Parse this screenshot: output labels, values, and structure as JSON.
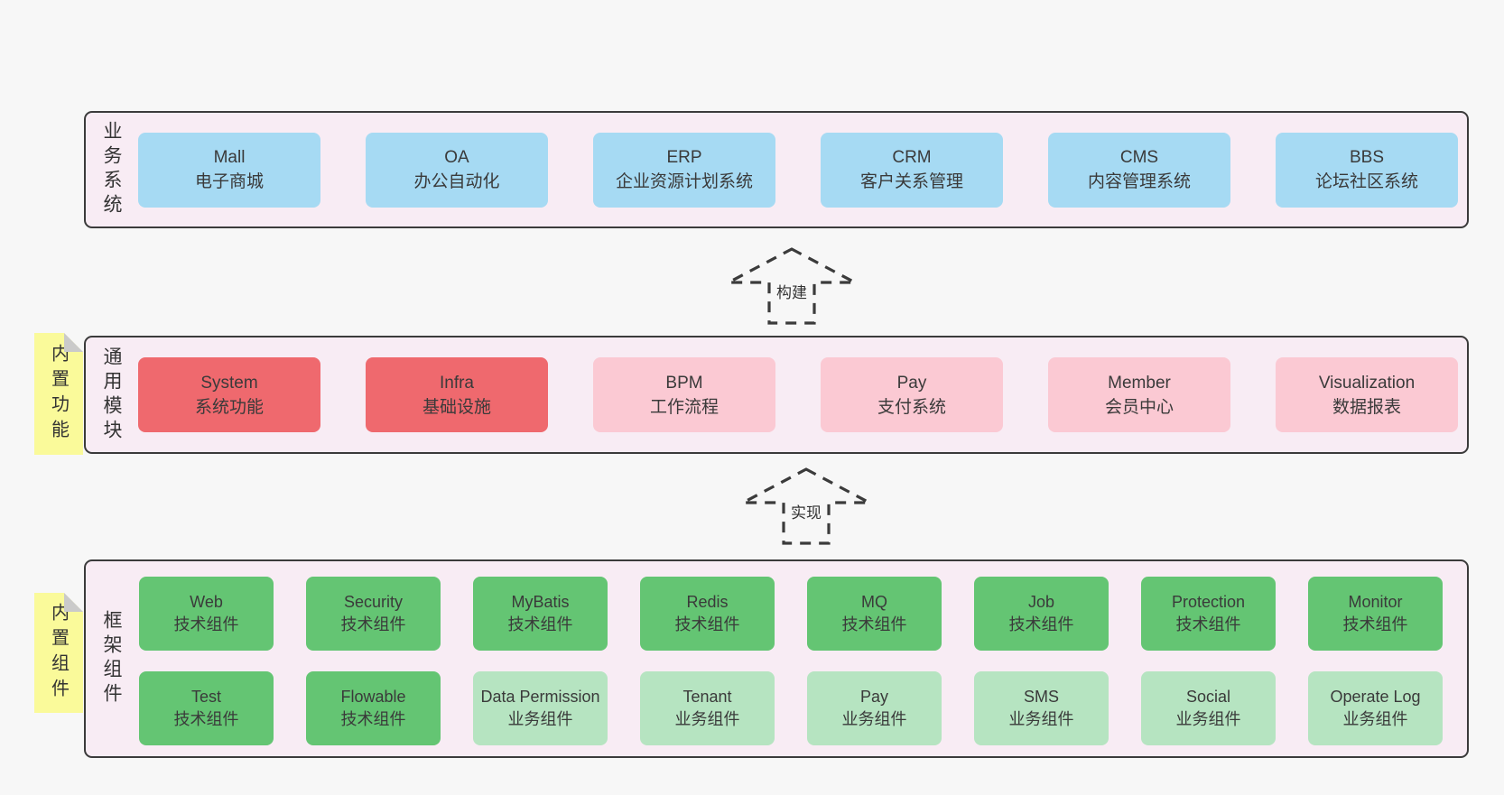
{
  "colors": {
    "bg": "#f7f7f7",
    "panel": "#f8ecf4",
    "line": "#3b3b3b",
    "ink": "#3a3a3a",
    "blue": "#a6daf3",
    "red": "#ef696e",
    "pink": "#fbc9d3",
    "green": "#64c573",
    "lightgreen": "#b6e4c1",
    "note": "#fafa9a",
    "fold": "#cacaca"
  },
  "arrows": {
    "build_label": "构建",
    "implement_label": "实现"
  },
  "notes": {
    "features": "内置功能",
    "components": "内置组件"
  },
  "sections": {
    "business": {
      "label": "业务系统",
      "items": [
        {
          "title": "Mall",
          "subtitle": "电子商城"
        },
        {
          "title": "OA",
          "subtitle": "办公自动化"
        },
        {
          "title": "ERP",
          "subtitle": "企业资源计划系统"
        },
        {
          "title": "CRM",
          "subtitle": "客户关系管理"
        },
        {
          "title": "CMS",
          "subtitle": "内容管理系统"
        },
        {
          "title": "BBS",
          "subtitle": "论坛社区系统"
        }
      ]
    },
    "modules": {
      "label": "通用模块",
      "items": [
        {
          "title": "System",
          "subtitle": "系统功能"
        },
        {
          "title": "Infra",
          "subtitle": "基础设施"
        },
        {
          "title": "BPM",
          "subtitle": "工作流程"
        },
        {
          "title": "Pay",
          "subtitle": "支付系统"
        },
        {
          "title": "Member",
          "subtitle": "会员中心"
        },
        {
          "title": "Visualization",
          "subtitle": "数据报表"
        }
      ]
    },
    "framework": {
      "label": "框架组件",
      "row1": [
        {
          "title": "Web",
          "subtitle": "技术组件"
        },
        {
          "title": "Security",
          "subtitle": "技术组件"
        },
        {
          "title": "MyBatis",
          "subtitle": "技术组件"
        },
        {
          "title": "Redis",
          "subtitle": "技术组件"
        },
        {
          "title": "MQ",
          "subtitle": "技术组件"
        },
        {
          "title": "Job",
          "subtitle": "技术组件"
        },
        {
          "title": "Protection",
          "subtitle": "技术组件"
        },
        {
          "title": "Monitor",
          "subtitle": "技术组件"
        }
      ],
      "row2": [
        {
          "title": "Test",
          "subtitle": "技术组件"
        },
        {
          "title": "Flowable",
          "subtitle": "技术组件"
        },
        {
          "title": "Data Permission",
          "subtitle": "业务组件"
        },
        {
          "title": "Tenant",
          "subtitle": "业务组件"
        },
        {
          "title": "Pay",
          "subtitle": "业务组件"
        },
        {
          "title": "SMS",
          "subtitle": "业务组件"
        },
        {
          "title": "Social",
          "subtitle": "业务组件"
        },
        {
          "title": "Operate Log",
          "subtitle": "业务组件"
        }
      ]
    }
  }
}
